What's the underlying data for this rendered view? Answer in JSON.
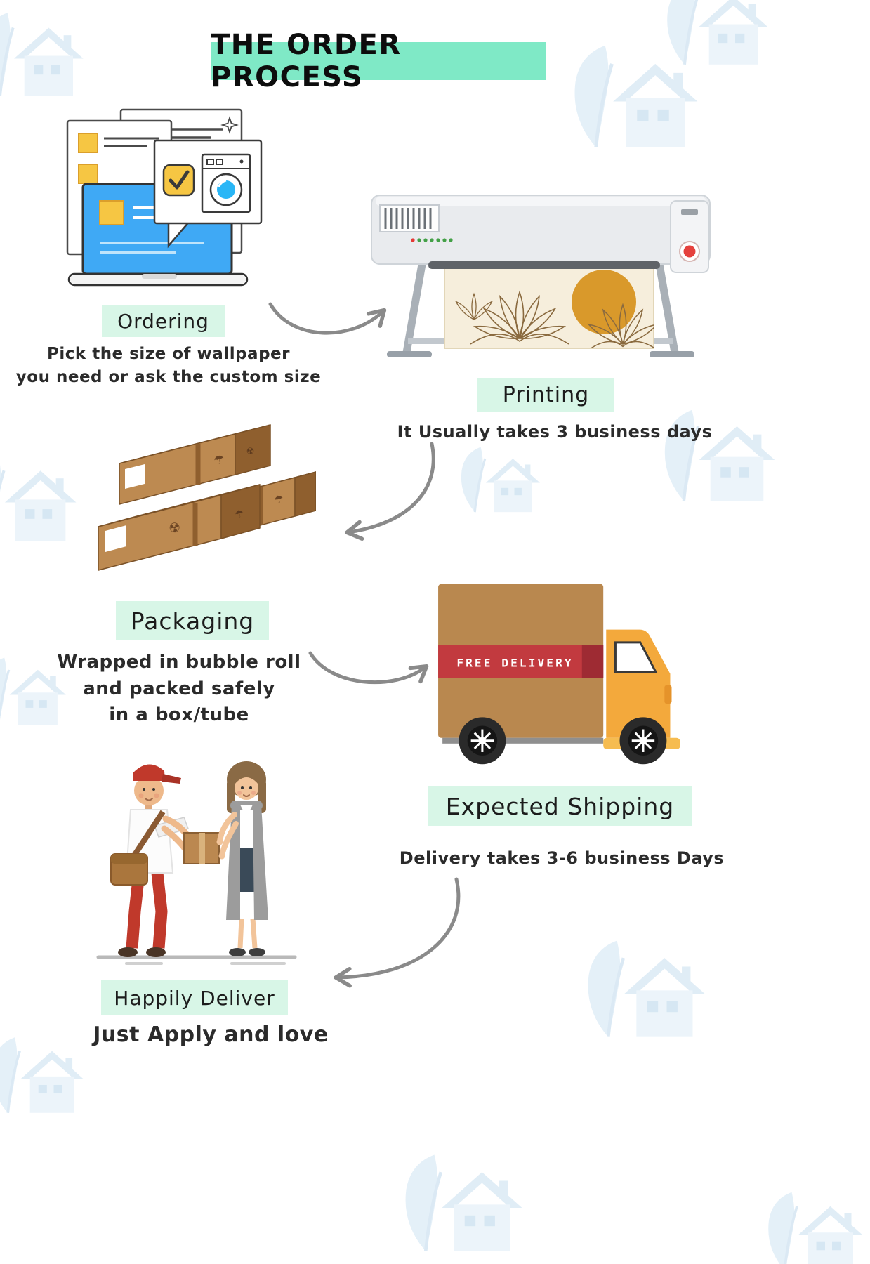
{
  "title": "THE ORDER PROCESS",
  "steps": {
    "ordering": {
      "label": "Ordering",
      "desc": [
        "Pick the size of wallpaper",
        "you need or ask the custom size"
      ]
    },
    "printing": {
      "label": "Printing",
      "desc": [
        "It Usually takes 3 business days"
      ]
    },
    "packaging": {
      "label": "Packaging",
      "desc": [
        "Wrapped in bubble roll",
        "and  packed safely",
        "in a box/tube"
      ]
    },
    "shipping": {
      "label": "Expected Shipping",
      "desc": [
        "Delivery takes 3-6 business Days"
      ]
    },
    "deliver": {
      "label": "Happily Deliver",
      "desc": [
        "Just Apply and love"
      ]
    }
  },
  "truck": {
    "banner": "FREE DELIVERY"
  },
  "icons": {
    "ordering": "documents-laptop-checklist-illustration",
    "printing": "large-format-printer-illustration",
    "packaging": "cardboard-boxes-illustration",
    "shipping": "delivery-truck-illustration",
    "deliver": "handing-package-illustration",
    "watermark": "house-leaf-logo-watermark",
    "arrow": "curved-gray-arrow"
  },
  "colors": {
    "title_bg": "#7fe9c6",
    "label_bg": "#d8f6e7",
    "arrow_gray": "#8a8a8a",
    "truck_red": "#c23a3f",
    "truck_yellow": "#f3a93c",
    "box_brown": "#b9884f",
    "screen_blue": "#3fa9f5",
    "sun_orange": "#d9992b"
  }
}
